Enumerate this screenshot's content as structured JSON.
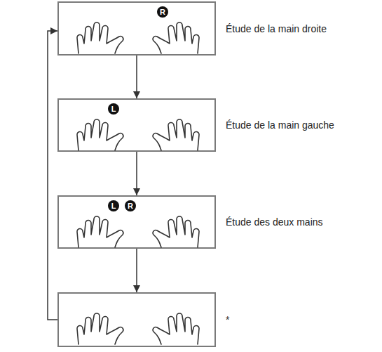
{
  "diagram": {
    "nodes": [
      {
        "text": [
          "R",
          "Étude de la main droite"
        ]
      },
      {
        "text": [
          "L",
          "Étude de la main gauche"
        ]
      },
      {
        "text": [
          "L",
          "R",
          "Étude des deux mains"
        ]
      },
      {
        "text": [
          "*"
        ]
      }
    ],
    "edges": [
      {
        "from": 0,
        "to": 1,
        "arrow": "to"
      },
      {
        "from": 1,
        "to": 2,
        "arrow": "to"
      },
      {
        "from": 2,
        "to": 3,
        "arrow": "to"
      },
      {
        "from": 3,
        "to": 0,
        "arrow": "to"
      }
    ]
  }
}
